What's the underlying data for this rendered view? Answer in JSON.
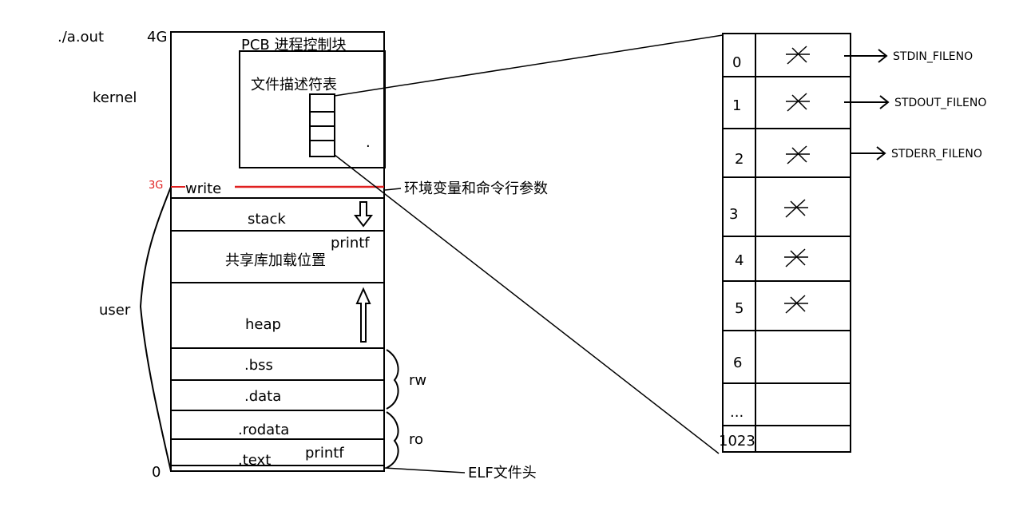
{
  "left_labels": {
    "program": "./a.out",
    "top_addr": "4G",
    "kernel": "kernel",
    "kernel_user_split": "3G",
    "user": "user",
    "bottom_addr": "0"
  },
  "kernel_space": {
    "pcb_title": "PCB 进程控制块",
    "fd_table_title": "文件描述符表",
    "dot": ".",
    "write_label": "write"
  },
  "segments": {
    "stack": "stack",
    "shared_lib": "共享库加载位置",
    "printf_upper": "printf",
    "heap": "heap",
    "bss": ".bss",
    "data": ".data",
    "rodata": ".rodata",
    "text": ".text",
    "printf_lower": "printf"
  },
  "right_annotations": {
    "env_args": "环境变量和命令行参数",
    "rw": "rw",
    "ro": "ro",
    "elf_header": "ELF文件头"
  },
  "fd_table": {
    "rows": [
      {
        "index": "0",
        "target": "STDIN_FILENO",
        "marked": true
      },
      {
        "index": "1",
        "target": "STDOUT_FILENO",
        "marked": true
      },
      {
        "index": "2",
        "target": "STDERR_FILENO",
        "marked": true
      },
      {
        "index": "3",
        "target": "",
        "marked": true
      },
      {
        "index": "4",
        "target": "",
        "marked": true
      },
      {
        "index": "5",
        "target": "",
        "marked": true
      },
      {
        "index": "6",
        "target": "",
        "marked": false
      },
      {
        "index": "...",
        "target": "",
        "marked": false
      },
      {
        "index": "1023",
        "target": "",
        "marked": false
      }
    ]
  },
  "colors": {
    "line": "#000000",
    "highlight": "#e02020"
  }
}
